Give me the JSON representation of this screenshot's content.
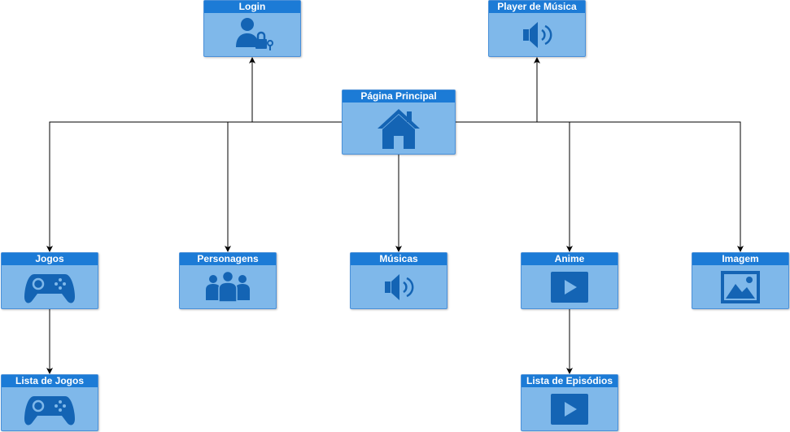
{
  "diagram": {
    "nodes": [
      {
        "id": "login",
        "label": "Login",
        "icon": "user-lock-icon"
      },
      {
        "id": "player",
        "label": "Player de Música",
        "icon": "speaker-icon"
      },
      {
        "id": "home",
        "label": "Página Principal",
        "icon": "home-icon"
      },
      {
        "id": "jogos",
        "label": "Jogos",
        "icon": "gamepad-icon"
      },
      {
        "id": "personagens",
        "label": "Personagens",
        "icon": "group-icon"
      },
      {
        "id": "musicas",
        "label": "Músicas",
        "icon": "speaker-icon"
      },
      {
        "id": "anime",
        "label": "Anime",
        "icon": "play-video-icon"
      },
      {
        "id": "imagem",
        "label": "Imagem",
        "icon": "image-icon"
      },
      {
        "id": "lista-jogos",
        "label": "Lista de Jogos",
        "icon": "gamepad-icon"
      },
      {
        "id": "lista-episodios",
        "label": "Lista de Episódios",
        "icon": "play-video-icon"
      }
    ],
    "edges": [
      {
        "from": "home",
        "to": "login"
      },
      {
        "from": "home",
        "to": "player"
      },
      {
        "from": "home",
        "to": "jogos"
      },
      {
        "from": "home",
        "to": "personagens"
      },
      {
        "from": "home",
        "to": "musicas"
      },
      {
        "from": "home",
        "to": "anime"
      },
      {
        "from": "home",
        "to": "imagem"
      },
      {
        "from": "jogos",
        "to": "lista-jogos"
      },
      {
        "from": "anime",
        "to": "lista-episodios"
      }
    ],
    "colors": {
      "header": "#1c7bd6",
      "body": "#7fb8ea",
      "icon": "#1464b4",
      "edge": "#000000"
    }
  }
}
